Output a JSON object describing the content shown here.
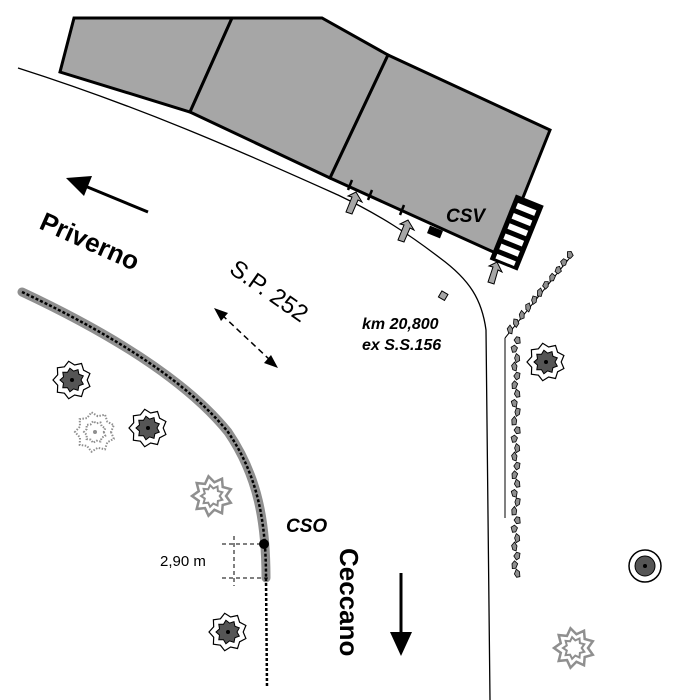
{
  "labels": {
    "priverno": "Priverno",
    "ceccano": "Ceccano",
    "road": "S.P. 252",
    "km_line1": "km 20,800",
    "km_line2": "ex S.S.156",
    "csv": "CSV",
    "cso": "CSO",
    "width": "2,90 m"
  },
  "colors": {
    "building": "#a6a6a6",
    "lane": "#8f8f8f",
    "road_edge": "#000000",
    "vegetation": "#555555"
  }
}
